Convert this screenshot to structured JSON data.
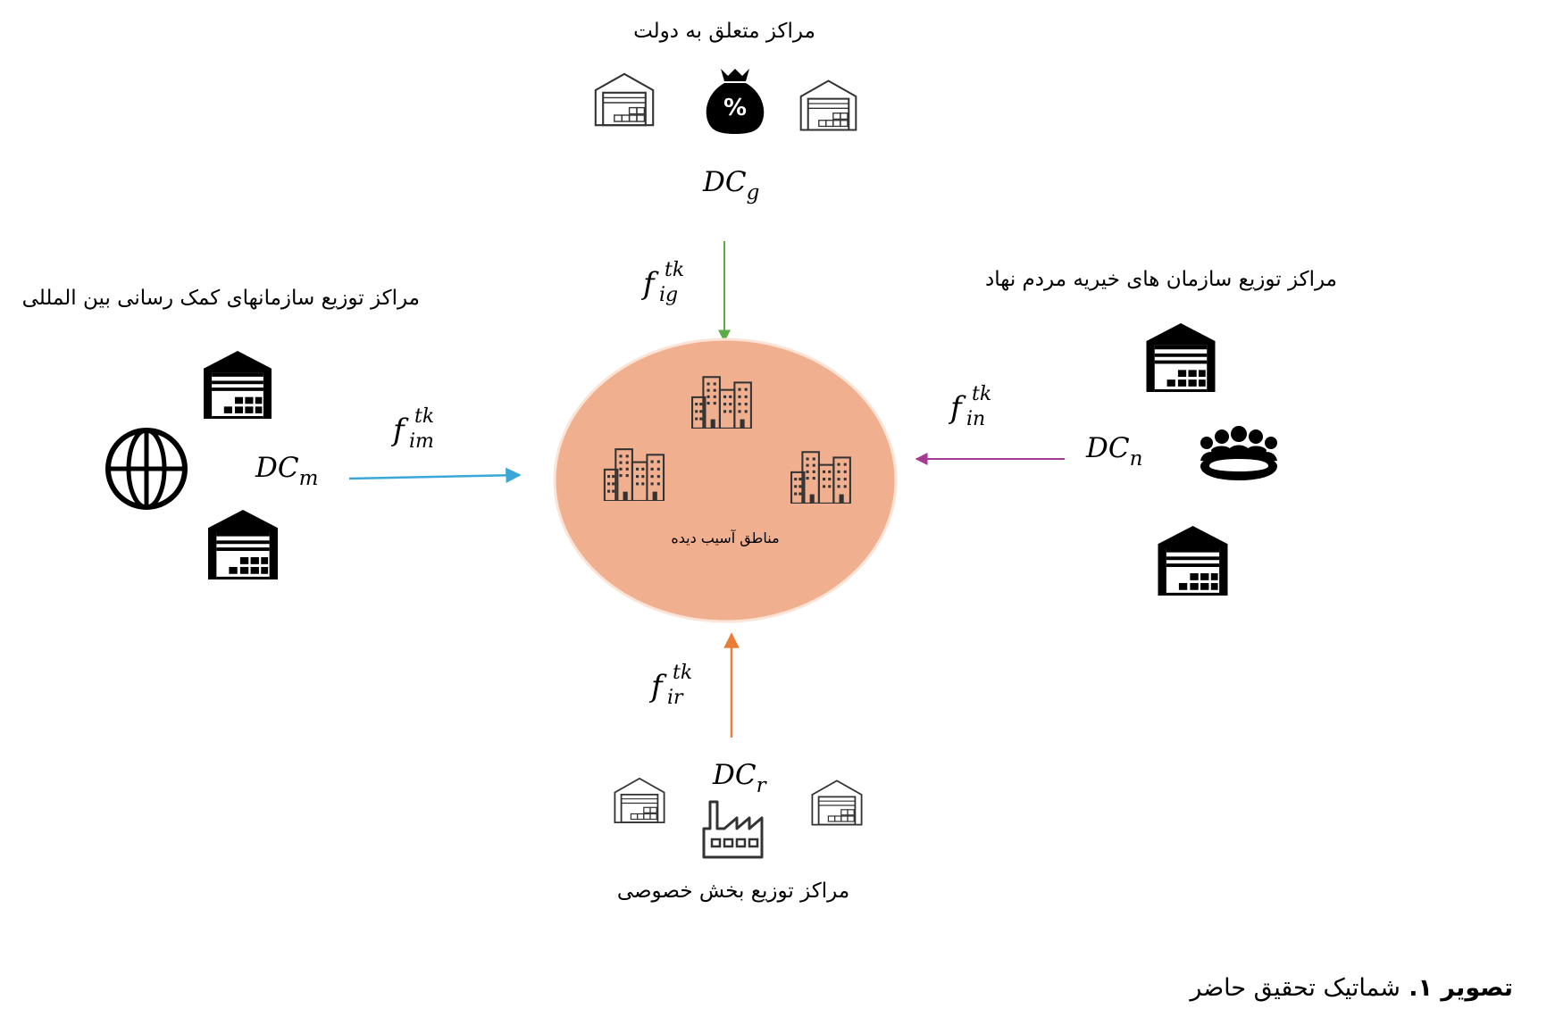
{
  "groups": {
    "government": {
      "title": "مراکز متعلق به دولت",
      "dc_base": "DC",
      "dc_sub": "g"
    },
    "ngo": {
      "title": "مراکز توزیع سازمان های خیریه مردم نهاد",
      "dc_base": "DC",
      "dc_sub": "n"
    },
    "international": {
      "title": "مراکز توزیع سازمانهای کمک رسانی بین المللی",
      "dc_base": "DC",
      "dc_sub": "m"
    },
    "private": {
      "title": "مراکز توزیع بخش خصوصی",
      "dc_base": "DC",
      "dc_sub": "r"
    }
  },
  "center": {
    "label": "مناطق آسیب دیده",
    "fill_color": "#f0b090",
    "stroke_color": "#fbe3d6"
  },
  "flows": {
    "government": {
      "base": "f",
      "sup": "tk",
      "sub": "ig",
      "color": "#5aac44"
    },
    "international": {
      "base": "f",
      "sup": "tk",
      "sub": "im",
      "color": "#3ba7d9"
    },
    "ngo": {
      "base": "f",
      "sup": "tk",
      "sub": "in",
      "color": "#a43b91"
    },
    "private": {
      "base": "f",
      "sup": "tk",
      "sub": "ir",
      "color": "#ea7d36"
    }
  },
  "icons": {
    "warehouse": "warehouse-icon",
    "money_bag": "money-bag-percent-icon",
    "globe": "globe-icon",
    "people": "people-group-icon",
    "factory": "factory-icon",
    "buildings": "city-buildings-icon"
  },
  "caption": {
    "label": "تصویر ۱.",
    "text": "شماتیک تحقیق حاضر"
  }
}
